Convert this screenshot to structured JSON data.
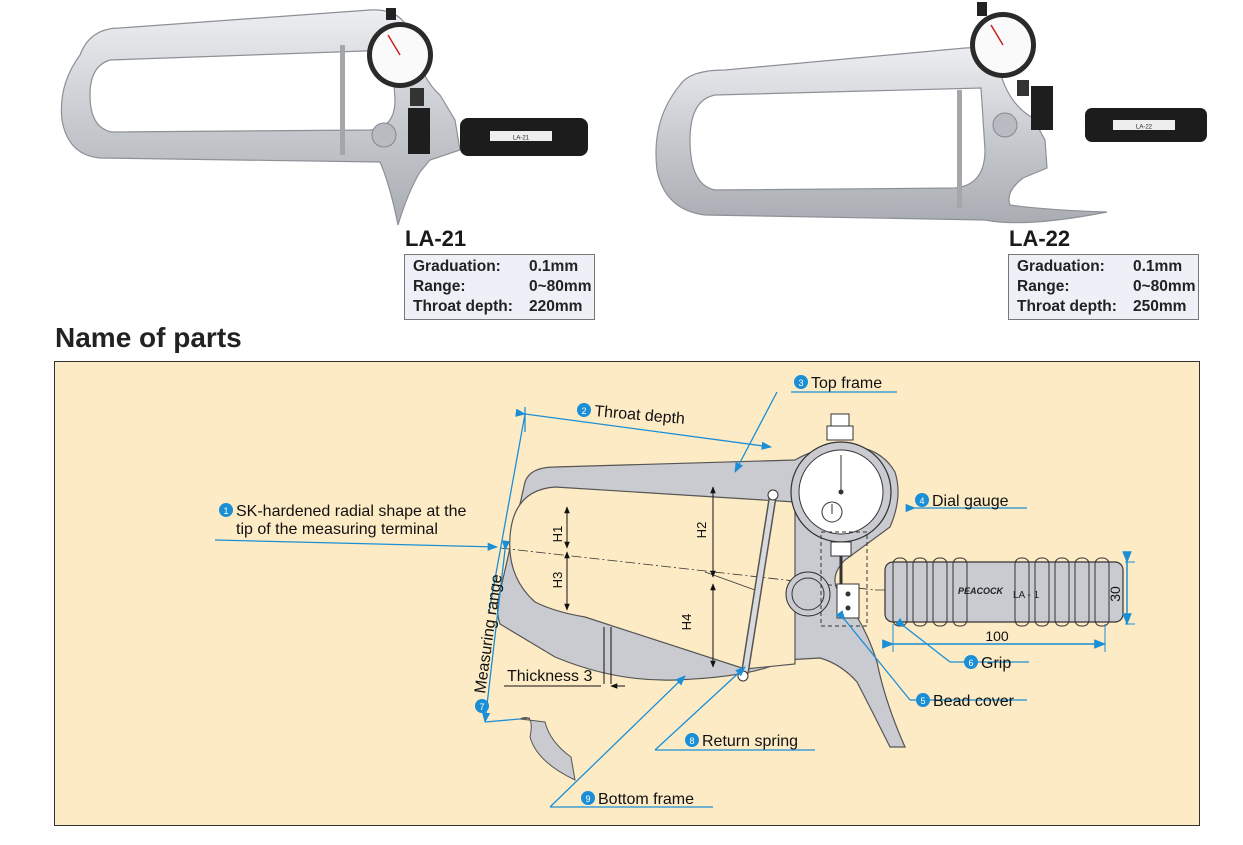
{
  "products": [
    {
      "model": "LA-21",
      "specs": [
        {
          "label": "Graduation:",
          "value": "0.1mm"
        },
        {
          "label": "Range:",
          "value": "0~80mm"
        },
        {
          "label": "Throat depth:",
          "value": "220mm"
        }
      ],
      "grip_label": "LA-21"
    },
    {
      "model": "LA-22",
      "specs": [
        {
          "label": "Graduation:",
          "value": "0.1mm"
        },
        {
          "label": "Range:",
          "value": "0~80mm"
        },
        {
          "label": "Throat depth:",
          "value": "250mm"
        }
      ],
      "grip_label": "LA-22"
    }
  ],
  "brand": "PEACOCK",
  "section_title": "Name of parts",
  "parts": {
    "p1": {
      "num": "1",
      "line1": "SK-hardened radial shape at the",
      "line2": "tip of the measuring terminal"
    },
    "p2": {
      "num": "2",
      "label": "Throat depth"
    },
    "p3": {
      "num": "3",
      "label": "Top frame"
    },
    "p4": {
      "num": "4",
      "label": "Dial gauge"
    },
    "p5": {
      "num": "5",
      "label": "Bead cover"
    },
    "p6": {
      "num": "6",
      "label": "Grip"
    },
    "p7": {
      "num": "7",
      "label": "Measuring range"
    },
    "p8": {
      "num": "8",
      "label": "Return spring"
    },
    "p9": {
      "num": "9",
      "label": "Bottom frame"
    }
  },
  "dimensions": {
    "h1": "H1",
    "h2": "H2",
    "h3": "H3",
    "h4": "H4",
    "thickness": "Thickness 3",
    "grip_length": "100",
    "grip_diameter": "30",
    "grip_text": "LA - 1"
  },
  "colors": {
    "diagram_bg": "#fdebc5",
    "callout_blue": "#1b8fd6",
    "frame_gray": "#c9cbd0",
    "grip_black": "#1c1c1c"
  }
}
